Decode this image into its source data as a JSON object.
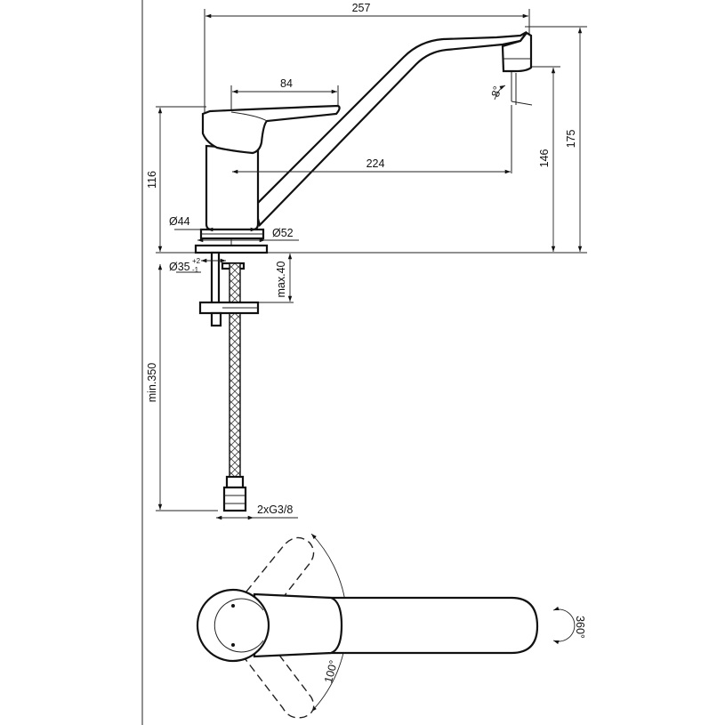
{
  "dimensions": {
    "overall_length": "257",
    "handle_length": "84",
    "spout_reach": "224",
    "body_height": "116",
    "spout_height": "146",
    "total_height": "175",
    "body_diameter": "Ø44",
    "base_diameter": "Ø52",
    "hole_diameter_value": "Ø35",
    "hole_tol_upper": "+2",
    "hole_tol_lower": "-1",
    "max_deck_thickness": "max.40",
    "min_hose_length": "min.350",
    "hose_connection": "2xG3/8",
    "aerator_angle": "8°",
    "handle_rotation": "100°",
    "spout_rotation": "360°"
  }
}
